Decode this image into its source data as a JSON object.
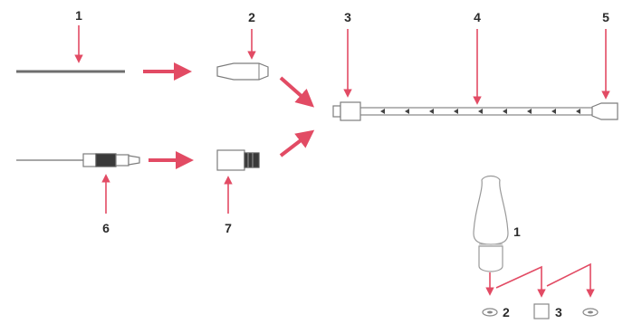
{
  "callouts": {
    "c1": "1",
    "c2": "2",
    "c3": "3",
    "c4": "4",
    "c5": "5",
    "c6": "6",
    "c7": "7",
    "d1": "1",
    "d2": "2",
    "d3": "3"
  },
  "colors": {
    "accent": "#e24b64",
    "outline": "#7d7d7d",
    "text": "#2b2b2b"
  }
}
